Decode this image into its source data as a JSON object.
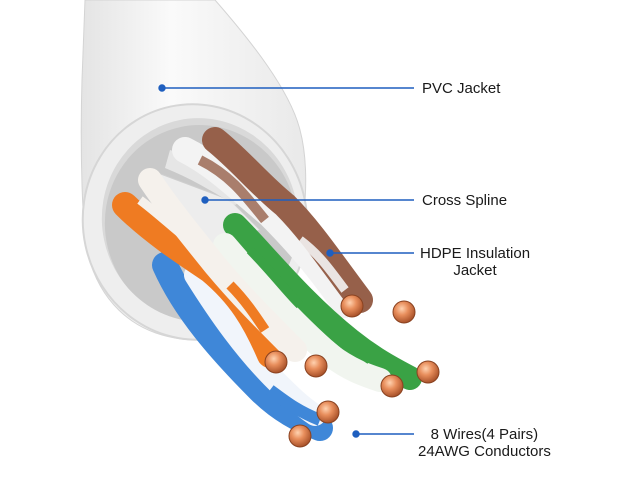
{
  "accent_color": "#1f5fbf",
  "wire_colors": {
    "orange": "#ef7b22",
    "blue": "#3f87d8",
    "green": "#3aa245",
    "brown": "#96604a",
    "white": "#f3f3f3",
    "copper": "#d87a4a"
  },
  "callouts": {
    "pvc_jacket": {
      "lines": [
        "PVC Jacket"
      ]
    },
    "cross_spline": {
      "lines": [
        "Cross Spline"
      ]
    },
    "hdpe_insulation": {
      "lines": [
        "HDPE Insulation",
        "Jacket"
      ]
    },
    "wires": {
      "lines": [
        "8 Wires(4 Pairs)",
        "24AWG Conductors"
      ]
    }
  }
}
